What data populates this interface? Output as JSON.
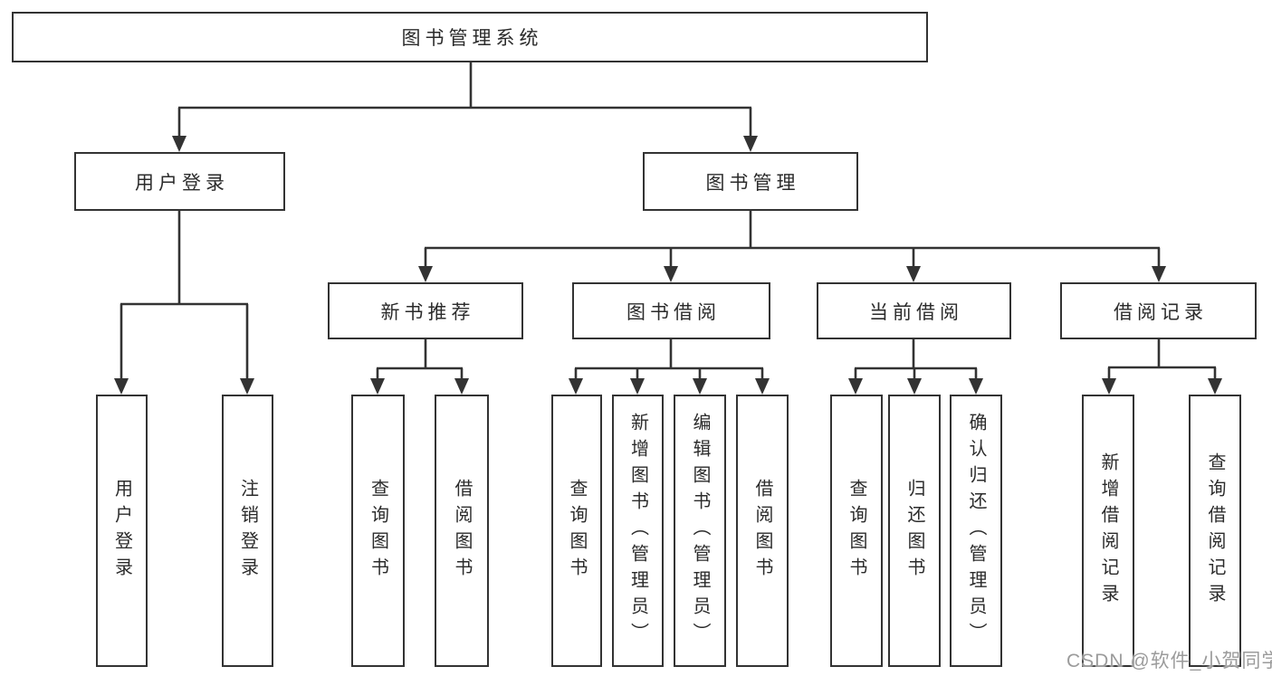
{
  "nodes": {
    "root": "图书管理系统",
    "user_login": "用户登录",
    "book_management": "图书管理",
    "new_book_recommend": "新书推荐",
    "book_borrow": "图书借阅",
    "current_borrow": "当前借阅",
    "borrow_records": "借阅记录",
    "login_children": [
      "用户登录",
      "注销登录"
    ],
    "recommend_children": [
      "查询图书",
      "借阅图书"
    ],
    "borrow_children": [
      "查询图书",
      "新增图书（管理员）",
      "编辑图书（管理员）",
      "借阅图书"
    ],
    "current_children": [
      "查询图书",
      "归还图书",
      "确认归还（管理员）"
    ],
    "records_children": [
      "新增借阅记录",
      "查询借阅记录"
    ]
  },
  "watermark": "CSDN @软件_小贺同学",
  "colors": {
    "line": "#333333",
    "text": "#2b2b2b",
    "watermark": "#9b9b9b",
    "background": "#ffffff"
  }
}
